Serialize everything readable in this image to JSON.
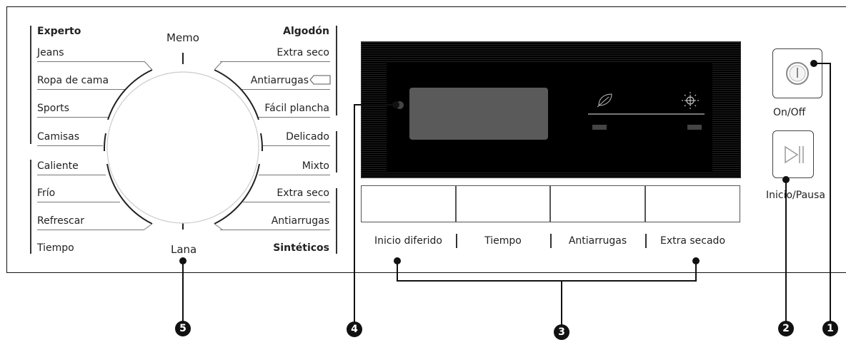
{
  "left_programs": {
    "experto": "Experto",
    "items_a": [
      "Jeans",
      "Ropa de cama",
      "Sports",
      "Camisas"
    ],
    "items_b": [
      "Caliente",
      "Frío",
      "Refrescar"
    ],
    "tiempo": "Tiempo"
  },
  "right_programs": {
    "algodon": "Algodón",
    "items_a": [
      "Extra seco",
      "Antiarrugas",
      "Fácil plancha"
    ],
    "items_b": [
      "Delicado",
      "Mixto"
    ],
    "items_c": [
      "Extra seco",
      "Antiarrugas"
    ],
    "sinteticos": "Sintéticos"
  },
  "dial": {
    "top_label": "Memo",
    "bottom_label": "Lana"
  },
  "option_buttons": [
    "Inicio diferido",
    "Tiempo",
    "Antiarrugas",
    "Extra secado"
  ],
  "controls": {
    "on_off": "On/Off",
    "start_pause": "Inicio/Pausa"
  },
  "callouts": [
    "1",
    "2",
    "3",
    "4",
    "5"
  ]
}
